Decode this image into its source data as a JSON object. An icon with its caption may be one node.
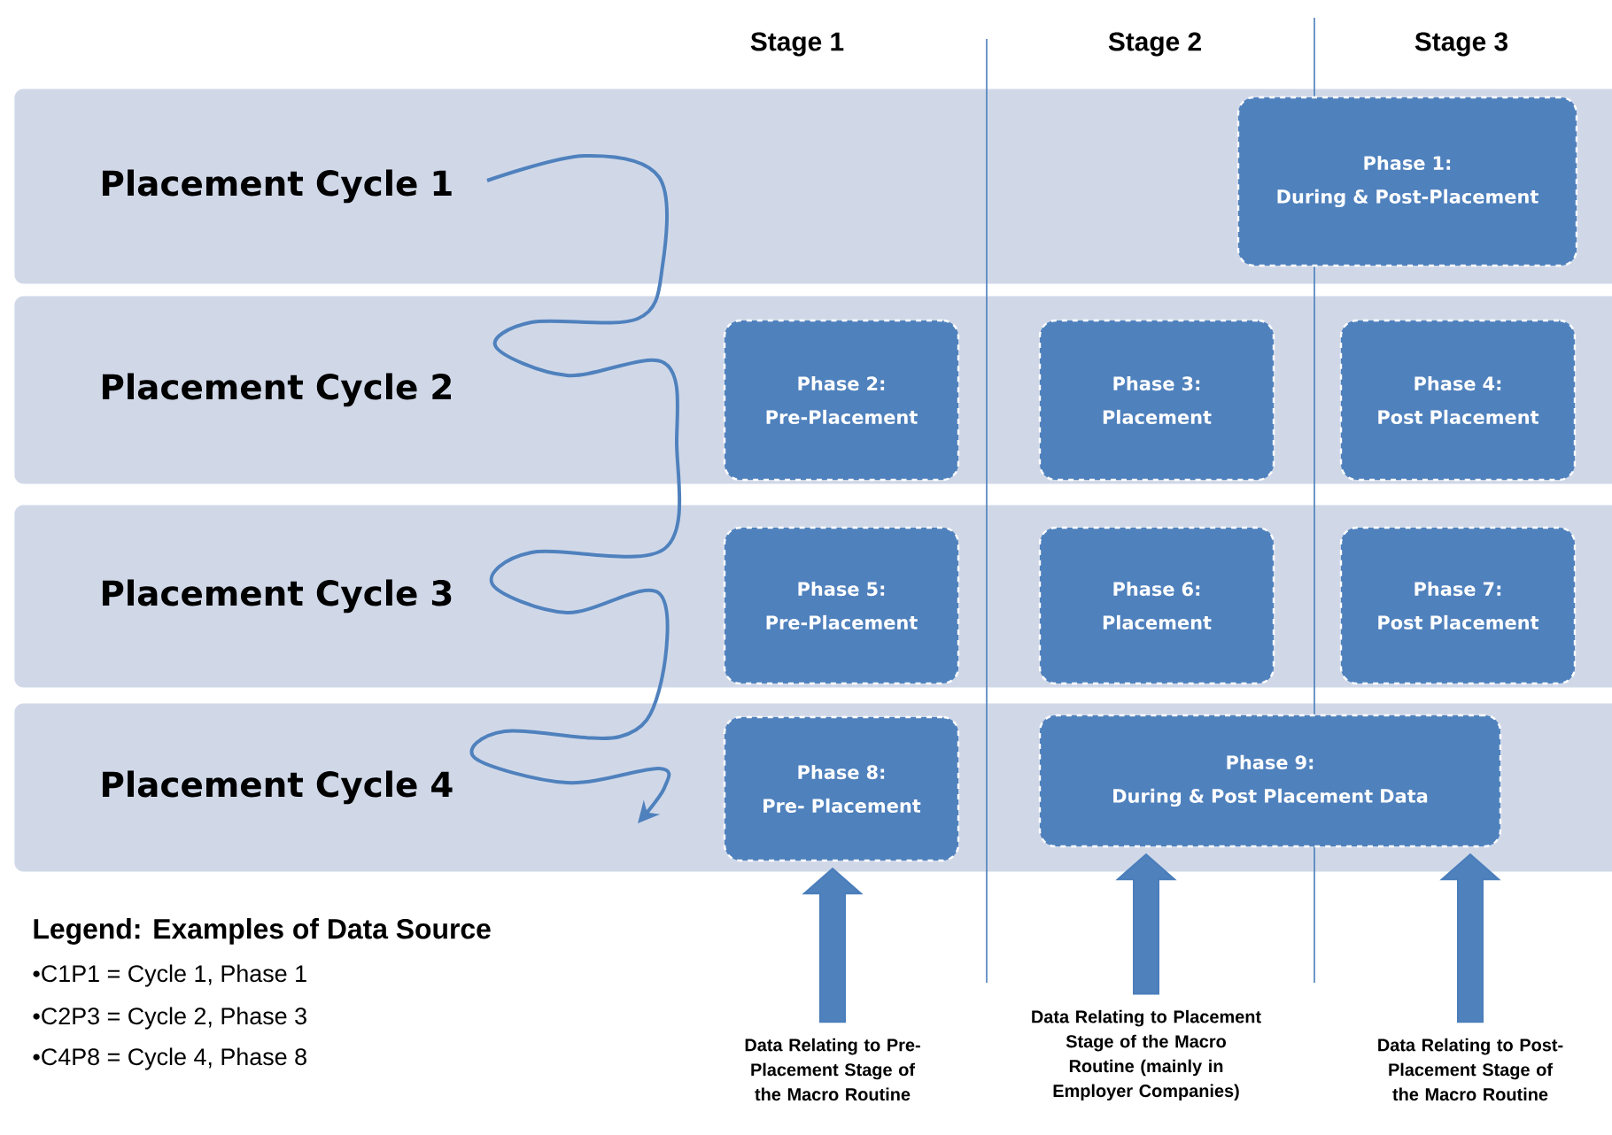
{
  "diagram": {
    "nodes": [
      {
        "text": [
          "Placement Cycle 1"
        ]
      },
      {
        "text": [
          "Phase 1:",
          "During & Post-Placement"
        ],
        "in": 0
      },
      {
        "text": [
          "Placement Cycle 2"
        ]
      },
      {
        "text": [
          "Phase 2:",
          "Pre-Placement"
        ],
        "in": 2
      },
      {
        "text": [
          "Phase 3:",
          "Placement"
        ],
        "in": 2
      },
      {
        "text": [
          "Phase 4:",
          "Post Placement"
        ],
        "in": 2
      },
      {
        "text": [
          "Placement Cycle 3"
        ]
      },
      {
        "text": [
          "Phase 5:",
          "Pre-Placement"
        ],
        "in": 6
      },
      {
        "text": [
          "Phase 6:",
          "Placement"
        ],
        "in": 6
      },
      {
        "text": [
          "Phase 7:",
          "Post Placement"
        ],
        "in": 6
      },
      {
        "text": [
          "Placement Cycle 4"
        ]
      },
      {
        "text": [
          "Phase 8:",
          "Pre- Placement"
        ],
        "in": 10
      },
      {
        "text": [
          "Phase 9:",
          "During & Post Placement Data"
        ],
        "in": 10
      },
      {
        "text": [
          "Data Relating to Pre-Placement Stage of the Macro Routine"
        ]
      },
      {
        "text": [
          "Data Relating to Placement Stage of the Macro Routine (mainly in Employer Companies)"
        ]
      },
      {
        "text": [
          "Data Relating to Post-Placement Stage of the Macro Routine"
        ]
      }
    ],
    "edges": [
      {
        "from": 0,
        "to": 10,
        "arrow": "to"
      },
      {
        "from": 13,
        "to": 11,
        "arrow": "to",
        "style": "thick"
      },
      {
        "from": 14,
        "to": 12,
        "arrow": "to",
        "style": "thick"
      },
      {
        "from": 15,
        "to": 12,
        "arrow": "to",
        "style": "thick"
      }
    ],
    "labels": [
      "Stage 1",
      "Stage 2",
      "Stage 3",
      "Legend: Examples of Data Source",
      "•C1P1 = Cycle 1, Phase 1",
      "•C2P3 = Cycle 2, Phase 3",
      "•C4P8 = Cycle 4, Phase 8"
    ]
  }
}
